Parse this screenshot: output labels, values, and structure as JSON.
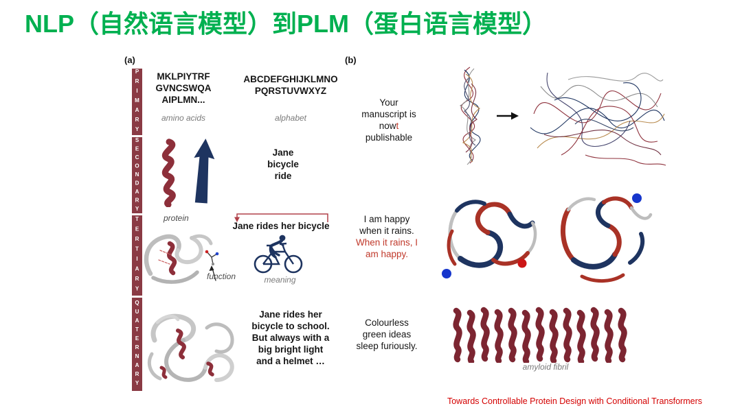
{
  "colors": {
    "title_green": "#00B050",
    "footer_red": "#D40000",
    "level_bar_maroon": "#8A3A44",
    "navy": "#1E3460",
    "helix_red": "#8D2F3A",
    "red_text": "#C0392B",
    "fibril_dark_red": "#7C2531"
  },
  "slide": {
    "title": "NLP（自然语言模型）到PLM（蛋白语言模型）",
    "footer": "Towards Controllable Protein Design with Conditional Transformers"
  },
  "panel_a": {
    "label": "(a)",
    "levels": {
      "primary": "PRIMARY",
      "secondary": "SECONDARY",
      "tertiary": "TERTIARY",
      "quaternary": "QUATERNARY"
    },
    "primary": {
      "sequence_lines": [
        "MKLPIYTRF",
        "GVNCSWQA",
        "AIPLMN..."
      ],
      "sequence_caption": "amino acids",
      "alphabet_lines": [
        "ABCDEFGHIJKLMNO",
        "PQRSTUVWXYZ"
      ],
      "alphabet_caption": "alphabet"
    },
    "secondary": {
      "icons": [
        "alpha-helix-icon",
        "beta-strand-arrow-icon"
      ],
      "language_lines": [
        "Jane",
        "bicycle",
        "ride"
      ]
    },
    "tertiary": {
      "protein_label": "protein",
      "function_label": "function",
      "sentence": "Jane rides her bicycle",
      "meaning_label": "meaning",
      "icons": [
        "dependency-arrow-icon",
        "cyclist-icon"
      ]
    },
    "quaternary": {
      "language_lines": [
        "Jane rides her",
        "bicycle to school.",
        "But always with a",
        "big bright light",
        "and a helmet …"
      ]
    }
  },
  "panel_b": {
    "label": "(b)",
    "row1": {
      "lines": [
        "Your",
        "manuscript is"
      ],
      "word_black": "now",
      "word_red": "t",
      "last_line": "publishable"
    },
    "row2": {
      "black_lines": [
        "I am happy",
        "when it rains."
      ],
      "red_lines": [
        "When it rains, I",
        "am happy."
      ]
    },
    "row3": {
      "lines": [
        "Colourless",
        "green ideas",
        "sleep furiously."
      ],
      "fibril_caption": "amyloid fibril"
    }
  }
}
